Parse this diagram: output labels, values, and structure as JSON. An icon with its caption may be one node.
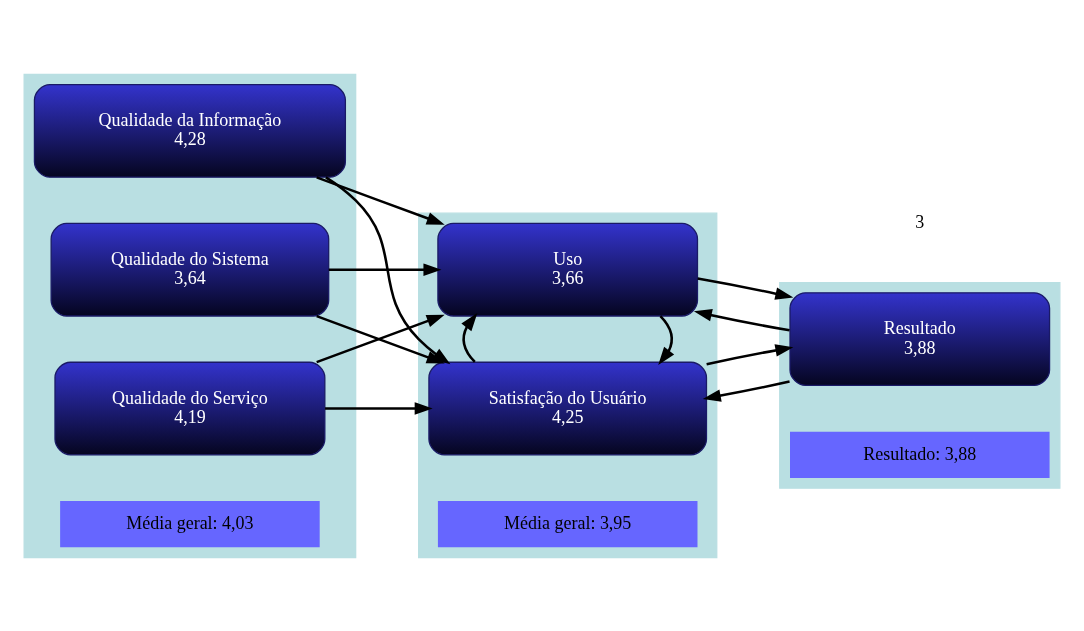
{
  "diagram": {
    "nodes": [
      {
        "text": [],
        "shape": "box"
      },
      {
        "text": [
          "Qualidade da Informação",
          "4,28"
        ],
        "in": 0
      },
      {
        "text": [
          "Qualidade do Sistema",
          "3,64"
        ],
        "in": 0
      },
      {
        "text": [
          "Qualidade do Serviço",
          "4,19"
        ],
        "in": 0
      },
      {
        "text": [],
        "shape": "box"
      },
      {
        "text": [
          "Uso",
          "3,66"
        ],
        "in": 4
      },
      {
        "text": [
          "Satisfação do Usuário",
          "4,25"
        ],
        "in": 4
      },
      {
        "text": [],
        "shape": "box"
      },
      {
        "text": [
          "Resultado",
          "3,88"
        ],
        "in": 7
      }
    ],
    "edges": [
      {
        "from": 1,
        "to": 5,
        "arrow": "to"
      },
      {
        "from": 1,
        "to": 6,
        "arrow": "to"
      },
      {
        "from": 2,
        "to": 5,
        "arrow": "to"
      },
      {
        "from": 2,
        "to": 6,
        "arrow": "to"
      },
      {
        "from": 3,
        "to": 5,
        "arrow": "to"
      },
      {
        "from": 3,
        "to": 6,
        "arrow": "to"
      },
      {
        "from": 5,
        "to": 6,
        "arrow": "to"
      },
      {
        "from": 6,
        "to": 5,
        "arrow": "to"
      },
      {
        "from": 5,
        "to": 8,
        "arrow": "to"
      },
      {
        "from": 6,
        "to": 8,
        "arrow": "to"
      },
      {
        "from": 8,
        "to": 5,
        "arrow": "to"
      },
      {
        "from": 8,
        "to": 6,
        "arrow": "to"
      }
    ],
    "labels": [
      "Média geral: 4,03",
      "Média geral: 3,95",
      "Resultado: 3,88",
      "3"
    ]
  }
}
